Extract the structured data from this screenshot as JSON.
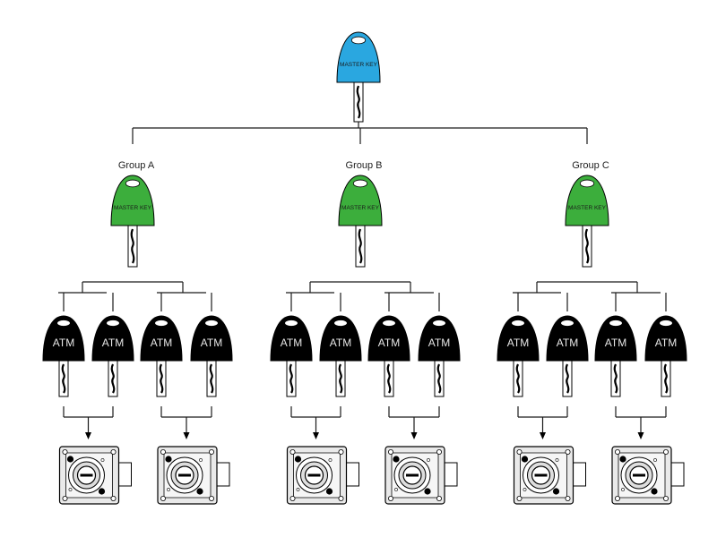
{
  "master": {
    "label": "MASTER KEY",
    "color": "#2aa7e0"
  },
  "groups": [
    {
      "title": "Group A",
      "key_label": "MASTER KEY",
      "atm_labels": [
        "ATM",
        "ATM",
        "ATM",
        "ATM"
      ]
    },
    {
      "title": "Group B",
      "key_label": "MASTER KEY",
      "atm_labels": [
        "ATM",
        "ATM",
        "ATM",
        "ATM"
      ]
    },
    {
      "title": "Group C",
      "key_label": "MASTER KEY",
      "atm_labels": [
        "ATM",
        "ATM",
        "ATM",
        "ATM"
      ]
    }
  ],
  "colors": {
    "group_key": "#3cae3c",
    "atm_key": "#000000",
    "line": "#1a1a1a",
    "lock_body": "#e9e9e9"
  }
}
